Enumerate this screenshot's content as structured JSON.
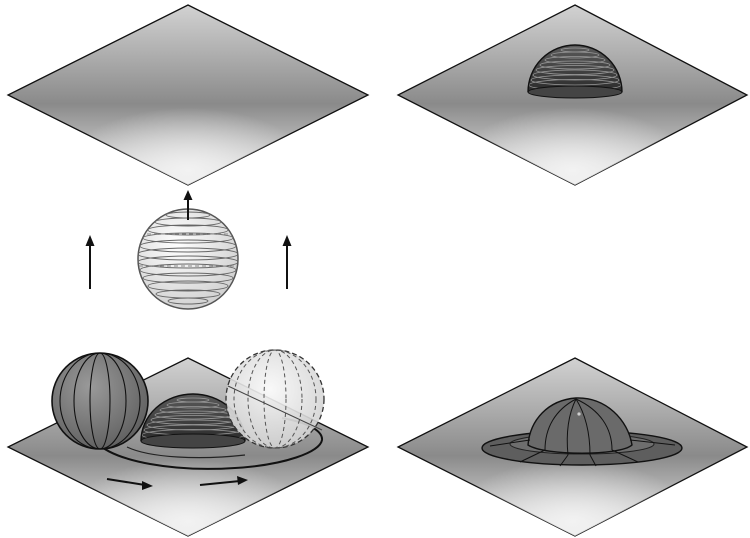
{
  "figure": {
    "panels": [
      {
        "id": "top-left",
        "contents": [
          "plane",
          "sphere-below",
          "up-arrows"
        ]
      },
      {
        "id": "top-right",
        "contents": [
          "plane",
          "dome-striped"
        ]
      },
      {
        "id": "bottom-left",
        "contents": [
          "plane",
          "dome-striped",
          "sphere-meridian-solid",
          "sphere-meridian-dashed",
          "orbit-path",
          "direction-arrows"
        ]
      },
      {
        "id": "bottom-right",
        "contents": [
          "plane",
          "dome-with-brim"
        ]
      }
    ],
    "colors": {
      "plane_light": "#e6e6e6",
      "plane_dark": "#6e6e6e",
      "dome_dark": "#3a3a3a",
      "sphere_fill": "#7a7a7a",
      "stroke": "#111111"
    },
    "icons": [
      "arrow-up-icon",
      "arrow-right-icon"
    ]
  }
}
